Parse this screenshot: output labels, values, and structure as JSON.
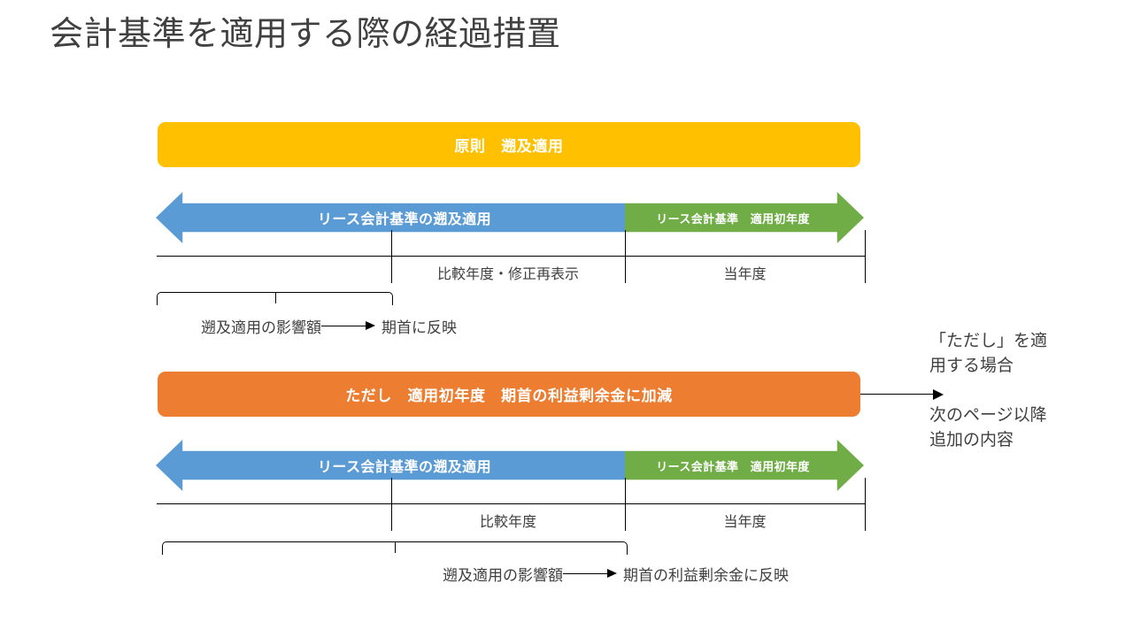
{
  "slide": {
    "title": "会計基準を適用する際の経過措置",
    "background_color": "#FFFFFF"
  },
  "colors": {
    "principle_banner": "#FFC000",
    "exception_banner": "#ED7D31",
    "retrospective_arrow": "#5B9BD5",
    "first_year_arrow": "#70AD47",
    "text": "#404040",
    "line": "#000000"
  },
  "section_principle": {
    "banner_label": "原則　遡及適用",
    "arrow_left_label": "リース会計基準の遡及適用",
    "arrow_right_label": "リース会計基準　適用初年度",
    "period_middle_label": "比較年度・修正再表示",
    "period_current_label": "当年度",
    "flow_source_label": "遡及適用の影響額",
    "flow_target_label": "期首に反映"
  },
  "section_exception": {
    "banner_label": "ただし　適用初年度　期首の利益剰余金に加減",
    "arrow_left_label": "リース会計基準の遡及適用",
    "arrow_right_label": "リース会計基準　適用初年度",
    "period_middle_label": "比較年度",
    "period_current_label": "当年度",
    "flow_source_label": "遡及適用の影響額",
    "flow_target_label": "期首の利益剰余金に反映"
  },
  "callout": {
    "line1": "「ただし」を適",
    "line2": "用する場合",
    "line3": "次のページ以降",
    "line4": "追加の内容"
  }
}
